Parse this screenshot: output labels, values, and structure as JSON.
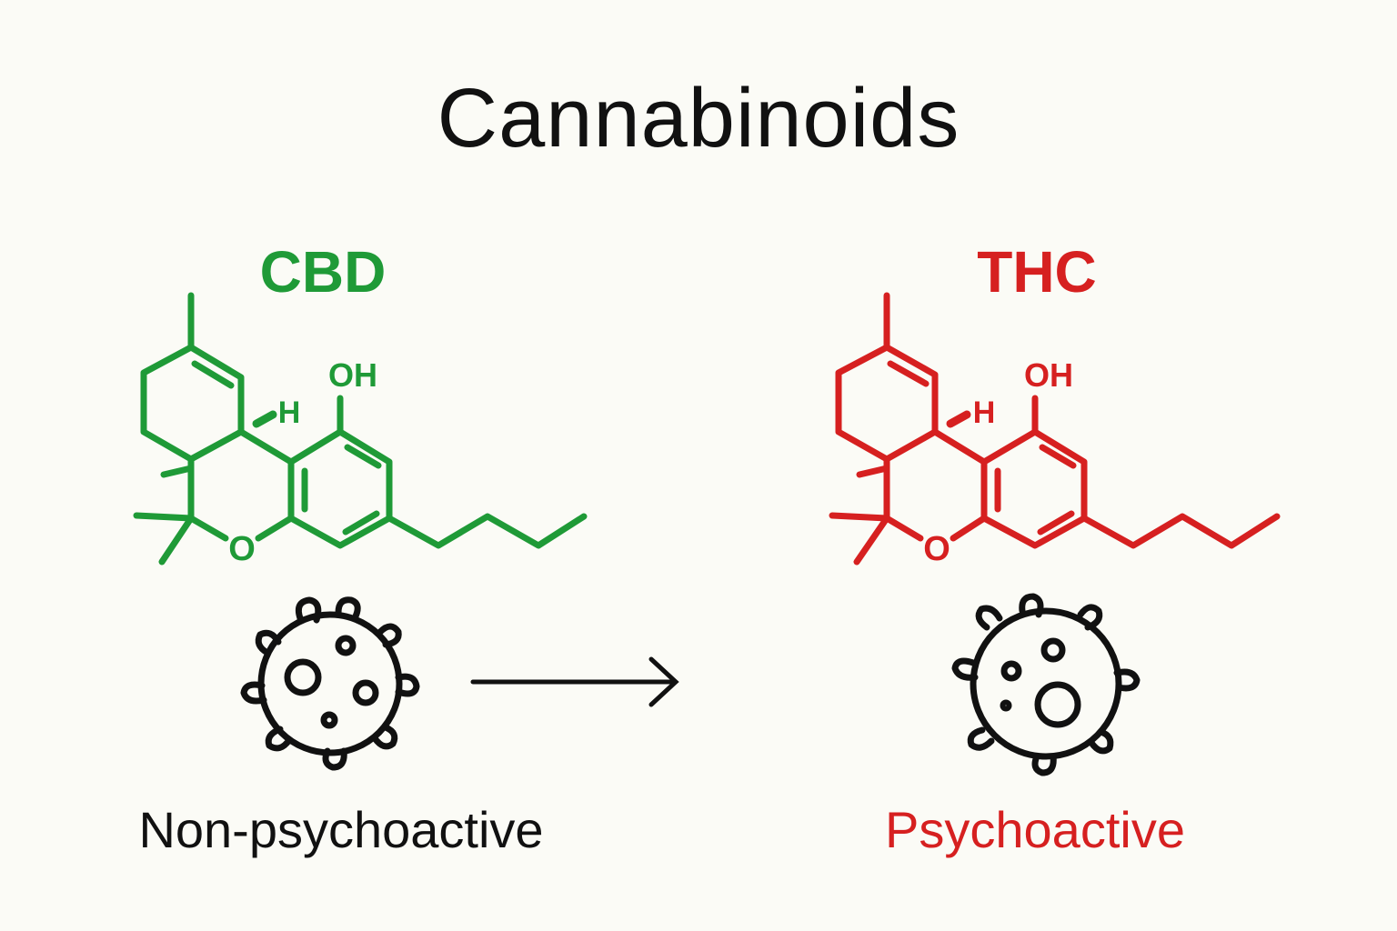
{
  "title": "Cannabinoids",
  "colors": {
    "background": "#fbfbf6",
    "cbd": "#1f9a37",
    "thc": "#d62020",
    "neutral": "#111111"
  },
  "left": {
    "name": "CBD",
    "effect": "Non-psychoactive",
    "atoms": {
      "oh": "OH",
      "h": "H",
      "o": "O"
    }
  },
  "right": {
    "name": "THC",
    "effect": "Psychoactive",
    "atoms": {
      "oh": "OH",
      "h": "H",
      "o": "O"
    }
  },
  "icons": {
    "molecule": "molecule-structure-icon",
    "cell": "cell-icon",
    "arrow": "right-arrow-icon"
  }
}
